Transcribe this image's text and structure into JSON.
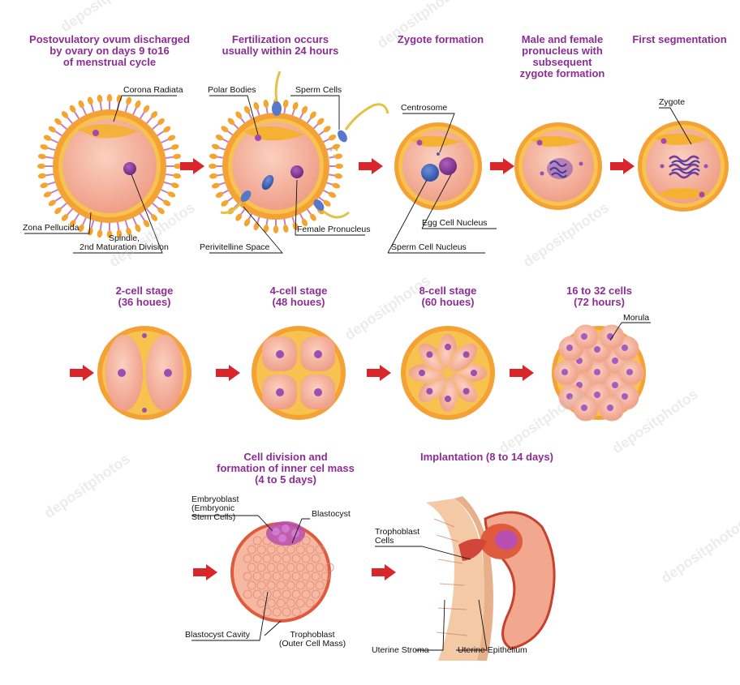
{
  "row1": {
    "titles": [
      "Postovulatory ovum discharged\nby ovary on days 9 to16\nof menstrual cycle",
      "Fertilization occurs\nusually within 24 hours",
      "Zygote formation",
      "Male and female\npronucleus with\nsubsequent\nzygote formation",
      "First segmentation"
    ],
    "labels": {
      "corona_radiata": "Corona Radiata",
      "zona_pellucida": "Zona Pellucida",
      "spindle": "Spindle,\n2nd Maturation Division",
      "polar_bodies": "Polar Bodies",
      "sperm_cells": "Sperm Cells",
      "perivitelline_space": "Perivitelline Space",
      "female_pronucleus": "Female Pronucleus",
      "centrosome": "Centrosome",
      "egg_cell_nucleus": "Egg Cell Nucleus",
      "sperm_cell_nucleus": "Sperm Cell Nucleus",
      "zygote": "Zygote"
    }
  },
  "row2": {
    "titles": [
      "2-cell stage\n(36 houes)",
      "4-cell stage\n(48 houes)",
      "8-cell stage\n(60 houes)",
      "16 to 32 cells\n(72 hours)"
    ],
    "labels": {
      "morula": "Morula"
    }
  },
  "row3": {
    "titles": [
      "Cell division and\nformation of inner cel mass\n(4 to 5 days)",
      "Implantation (8 to 14 days)"
    ],
    "labels": {
      "embryoblast": "Embryoblast\n(Embryonic\nStem Cells)",
      "blastocyst": "Blastocyst",
      "blastocyst_cavity": "Blastocyst Cavity",
      "trophoblast": "Trophoblast\n(Outer Cell Mass)",
      "trophoblast_cells": "Trophoblast\nCells",
      "uterine_stroma": "Uterine Stroma",
      "uterine_epithelium": "Uterine Epithelium"
    }
  },
  "watermark": "depositphotos",
  "colors": {
    "title": "#8e2c96",
    "arrow": "#d8262a",
    "zona": "#f4a235",
    "cytoplasm": "#f5b09c",
    "nucleus": "#8a3a9a",
    "corona": "#c27fd0"
  }
}
